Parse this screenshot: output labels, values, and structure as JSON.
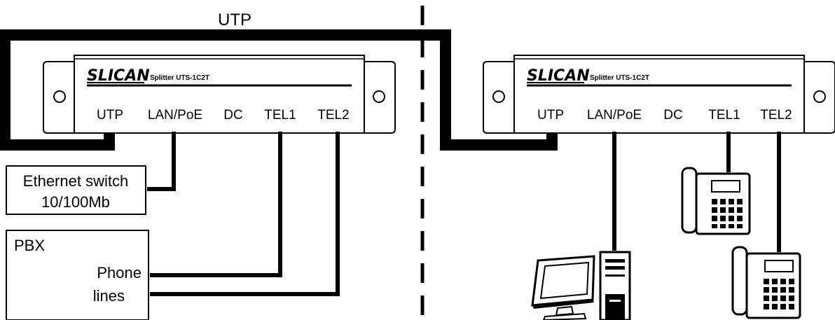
{
  "cable_label": "UTP",
  "left_splitter": {
    "brand": "SLICAN",
    "model": "Splitter UTS-1C2T",
    "ports": [
      "UTP",
      "LAN/PoE",
      "DC",
      "TEL1",
      "TEL2"
    ]
  },
  "right_splitter": {
    "brand": "SLICAN",
    "model": "Splitter UTS-1C2T",
    "ports": [
      "UTP",
      "LAN/PoE",
      "DC",
      "TEL1",
      "TEL2"
    ]
  },
  "ethernet_switch": {
    "line1": "Ethernet switch",
    "line2": "10/100Mb"
  },
  "pbx": {
    "title": "PBX",
    "phone_line1": "Phone",
    "phone_line2": "lines"
  },
  "icons": [
    "computer-icon",
    "desk-phone-icon"
  ],
  "colors": {
    "line": "#000000",
    "background": "#ffffff"
  }
}
